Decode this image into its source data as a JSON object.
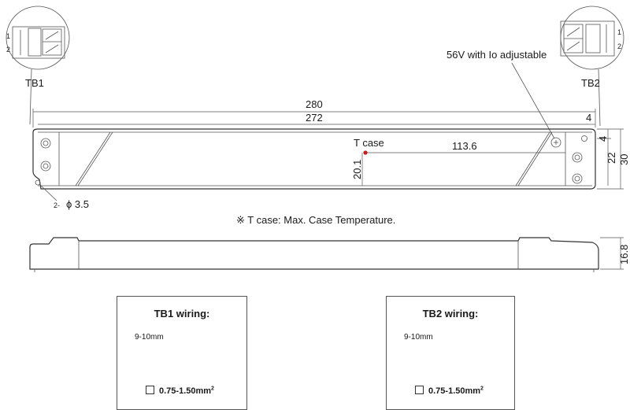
{
  "callouts": {
    "tb1": "TB1",
    "tb2": "TB2",
    "adjust": "56V with Io adjustable",
    "hole": "2-",
    "hole_dia": "ϕ 3.5",
    "tcase": "T case",
    "note": "※ T case: Max. Case Temperature."
  },
  "dimensions": {
    "overall_length": "280",
    "mount_length": "272",
    "end_offset": "4",
    "tcase_x": "113.6",
    "tcase_y": "20.1",
    "hole_offset": "4",
    "hole_span": "22",
    "width": "30",
    "height": "16.8"
  },
  "terminal": {
    "pin1": "1",
    "pin2": "2"
  },
  "wiring": {
    "tb1_title": "TB1 wiring:",
    "tb2_title": "TB2 wiring:",
    "strip": "9-10mm",
    "wire_gauge": "0.75-1.50mm",
    "wire_sup": "2"
  }
}
